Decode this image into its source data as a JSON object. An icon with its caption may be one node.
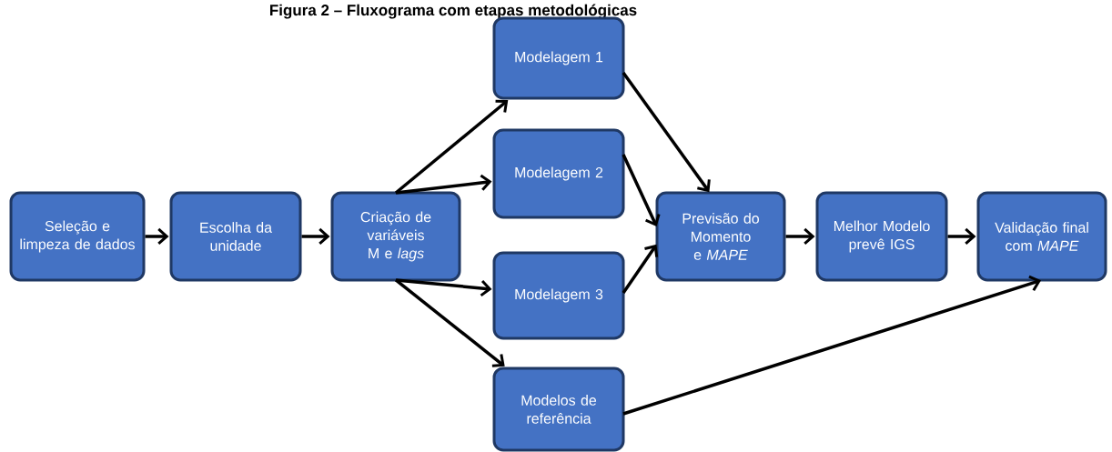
{
  "diagram": {
    "title": "Figura 2 – Fluxograma com etapas metodológicas",
    "nodes": [
      {
        "text": [
          "Seleção e limpeza de dados"
        ]
      },
      {
        "text": [
          "Escolha da unidade"
        ]
      },
      {
        "text": [
          "Criação de variáveis M e *lags*"
        ]
      },
      {
        "text": [
          "Modelagem 1"
        ]
      },
      {
        "text": [
          "Modelagem 2"
        ]
      },
      {
        "text": [
          "Modelagem 3"
        ]
      },
      {
        "text": [
          "Modelos de referência"
        ]
      },
      {
        "text": [
          "Previsão do Momento e *MAPE*"
        ]
      },
      {
        "text": [
          "Melhor Modelo prevê IGS"
        ]
      },
      {
        "text": [
          "Validação final com *MAPE*"
        ]
      }
    ],
    "edges": [
      {
        "from": 0,
        "to": 1,
        "arrow": "to"
      },
      {
        "from": 1,
        "to": 2,
        "arrow": "to"
      },
      {
        "from": 2,
        "to": 3,
        "arrow": "to"
      },
      {
        "from": 2,
        "to": 4,
        "arrow": "to"
      },
      {
        "from": 2,
        "to": 5,
        "arrow": "to"
      },
      {
        "from": 2,
        "to": 6,
        "arrow": "to"
      },
      {
        "from": 3,
        "to": 7,
        "arrow": "to"
      },
      {
        "from": 4,
        "to": 7,
        "arrow": "to"
      },
      {
        "from": 5,
        "to": 7,
        "arrow": "to"
      },
      {
        "from": 7,
        "to": 8,
        "arrow": "to"
      },
      {
        "from": 8,
        "to": 9,
        "arrow": "to"
      },
      {
        "from": 6,
        "to": 9,
        "arrow": "to"
      }
    ]
  }
}
